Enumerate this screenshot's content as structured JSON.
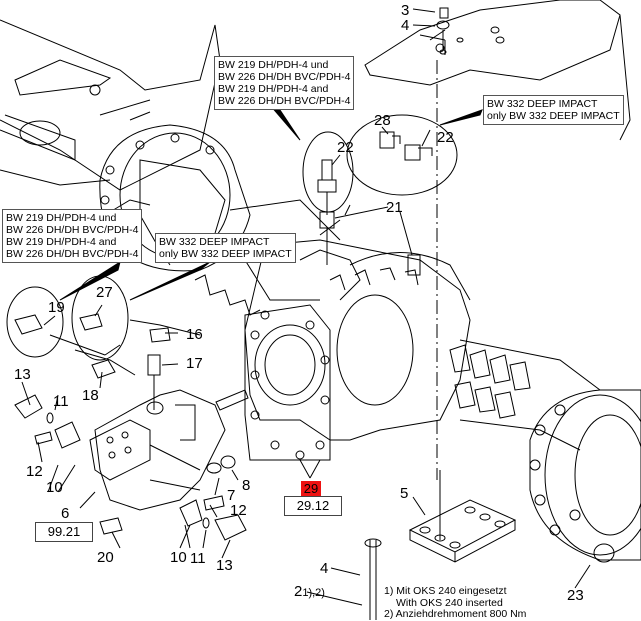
{
  "diagram": {
    "title": "Axle assembly exploded parts view",
    "callout_boxes": [
      {
        "id": "note-top-center",
        "lines": [
          "BW 219 DH/PDH-4 und",
          "BW 226 DH/DH BVC/PDH-4",
          "BW 219 DH/PDH-4 and",
          "BW 226 DH/DH BVC/PDH-4"
        ]
      },
      {
        "id": "note-top-right",
        "lines": [
          "BW 332 DEEP IMPACT",
          "only BW 332 DEEP IMPACT"
        ]
      },
      {
        "id": "note-left",
        "lines": [
          "BW 219 DH/PDH-4 und",
          "BW 226 DH/DH BVC/PDH-4",
          "BW 219 DH/PDH-4 and",
          "BW 226 DH/DH BVC/PDH-4"
        ]
      },
      {
        "id": "note-mid",
        "lines": [
          "BW 332 DEEP IMPACT",
          "only BW 332 DEEP IMPACT"
        ]
      }
    ],
    "part_labels": {
      "p3": "3",
      "p4_top": "4",
      "p28": "28",
      "p22_right": "22",
      "p22_left": "22",
      "p21": "21",
      "p19": "19",
      "p27": "27",
      "p16": "16",
      "p17": "17",
      "p18": "18",
      "p13_left": "13",
      "p11_left": "11",
      "p12_left": "12",
      "p10_left": "10",
      "p6": "6",
      "p20": "20",
      "p7": "7",
      "p8": "8",
      "p12_right": "12",
      "p10_right": "10",
      "p11_right": "11",
      "p13_right": "13",
      "p5": "5",
      "p4_bottom": "4",
      "p2": "2",
      "p2_sup": "1),2)",
      "p23": "23"
    },
    "reference_boxes": {
      "group_29_highlight": "29",
      "group_29_ref": "29.12",
      "group_6_ref": "99.21"
    },
    "footnotes": [
      "1) Mit OKS 240 eingesetzt",
      "   With OKS 240 inserted",
      "2) Anziehdrehmoment 800 Nm"
    ],
    "colors": {
      "highlight": "#ee1111",
      "line": "#000000",
      "box_border": "#555555"
    }
  }
}
